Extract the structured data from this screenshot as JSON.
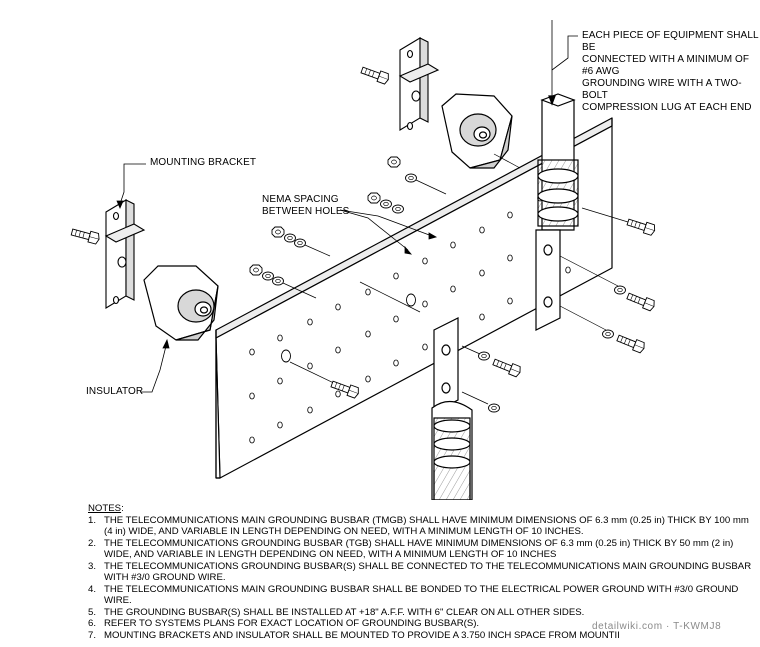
{
  "callouts": {
    "equipment": "EACH PIECE OF EQUIPMENT SHALL BE\nCONNECTED WITH A MINIMUM OF #6 AWG\nGROUNDING WIRE WITH A TWO-BOLT\nCOMPRESSION LUG AT EACH END",
    "mounting_bracket": "MOUNTING BRACKET",
    "nema_spacing": "NEMA SPACING\nBETWEEN HOLES",
    "insulator": "INSULATOR"
  },
  "notes": {
    "heading": "NOTES",
    "items": [
      {
        "num": "1.",
        "text": "THE TELECOMMUNICATIONS MAIN GROUNDING BUSBAR (TMGB) SHALL HAVE MINIMUM DIMENSIONS OF 6.3 mm (0.25 in) THICK BY 100 mm (4 in) WIDE, AND VARIABLE IN LENGTH DEPENDING ON NEED, WITH A MINIMUM LENGTH OF 10 INCHES."
      },
      {
        "num": "2.",
        "text": "THE TELECOMMUNICATIONS GROUNDING BUSBAR (TGB) SHALL HAVE MINIMUM DIMENSIONS OF 6.3 mm (0.25 in) THICK BY 50 mm (2 in) WIDE, AND VARIABLE IN LENGTH DEPENDING ON NEED, WITH A MINIMUM LENGTH OF 10 INCHES"
      },
      {
        "num": "3.",
        "text": "THE TELECOMMUNICATIONS GROUNDING BUSBAR(S) SHALL BE CONNECTED TO THE TELECOMMUNICATIONS MAIN GROUNDING BUSBAR WITH #3/0 GROUND WIRE."
      },
      {
        "num": "4.",
        "text": "THE TELECOMMUNICATIONS MAIN GROUNDING BUSBAR SHALL BE BONDED TO THE ELECTRICAL POWER GROUND WITH #3/0 GROUND WIRE."
      },
      {
        "num": "5.",
        "text": "THE GROUNDING BUSBAR(S) SHALL BE INSTALLED AT +18\" A.F.F. WITH 6\" CLEAR ON ALL OTHER SIDES."
      },
      {
        "num": "6.",
        "text": "REFER TO SYSTEMS PLANS FOR EXACT LOCATION OF GROUNDING BUSBAR(S)."
      },
      {
        "num": "7.",
        "text": "MOUNTING BRACKETS AND INSULATOR SHALL BE MOUNTED TO PROVIDE A 3.750 INCH SPACE FROM MOUNTII"
      }
    ]
  },
  "watermark": "detailwiki.com · T-KWMJ8",
  "colors": {
    "line": "#000000",
    "shade": "#d4d4d4",
    "background": "#ffffff"
  }
}
